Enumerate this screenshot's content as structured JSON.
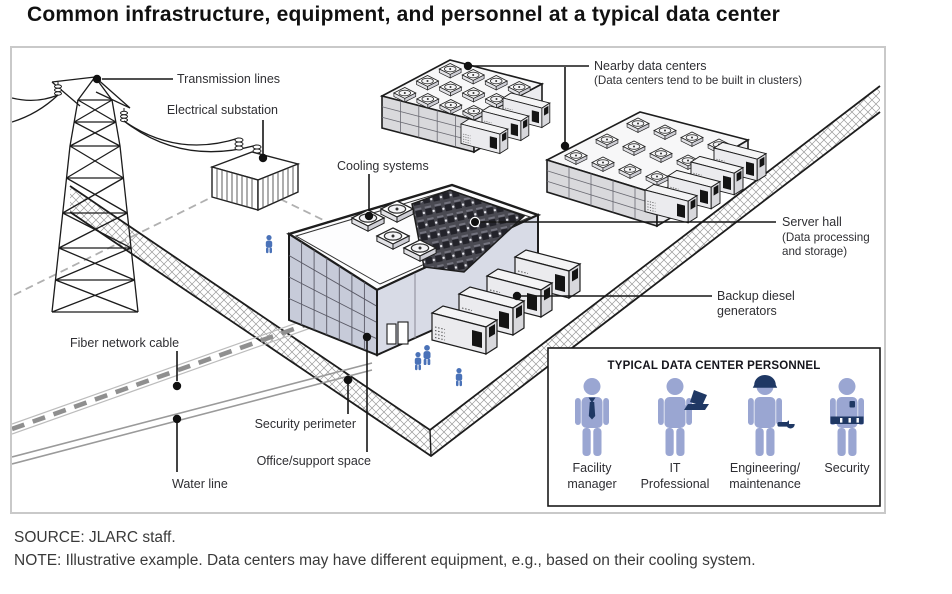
{
  "title": "Common infrastructure, equipment, and personnel at a typical data center",
  "diagram": {
    "labels": {
      "transmission_lines": "Transmission lines",
      "electrical_substation": "Electrical substation",
      "cooling_systems": "Cooling systems",
      "nearby_data_centers": "Nearby data centers",
      "nearby_data_centers_note": "(Data centers tend to be built in clusters)",
      "server_hall": "Server hall",
      "server_hall_note_line1": "(Data processing",
      "server_hall_note_line2": "and storage)",
      "backup_generators_line1": "Backup diesel",
      "backup_generators_line2": "generators",
      "fiber_network_cable": "Fiber network cable",
      "security_perimeter": "Security perimeter",
      "office_support_space": "Office/support space",
      "water_line": "Water line"
    }
  },
  "personnel": {
    "title": "TYPICAL DATA CENTER PERSONNEL",
    "roles": [
      {
        "icon": "person-tie-icon",
        "line1": "Facility",
        "line2": "manager"
      },
      {
        "icon": "person-laptop-icon",
        "line1": "IT",
        "line2": "Professional"
      },
      {
        "icon": "person-hardhat-wrench-icon",
        "line1": "Engineering/",
        "line2": "maintenance"
      },
      {
        "icon": "person-security-vest-icon",
        "line1": "Security",
        "line2": ""
      }
    ]
  },
  "footer": {
    "source": "SOURCE: JLARC staff.",
    "note": "NOTE: Illustrative example. Data centers may have different equipment, e.g., based on their cooling system."
  },
  "palette": {
    "person_blue": "#9aa6d2",
    "accent_navy": "#1f3864",
    "small_person_blue": "#4a72b8",
    "building_wall": "#c7cbd9",
    "building_front": "#d8dbe6",
    "outline": "#1d1d1d"
  }
}
